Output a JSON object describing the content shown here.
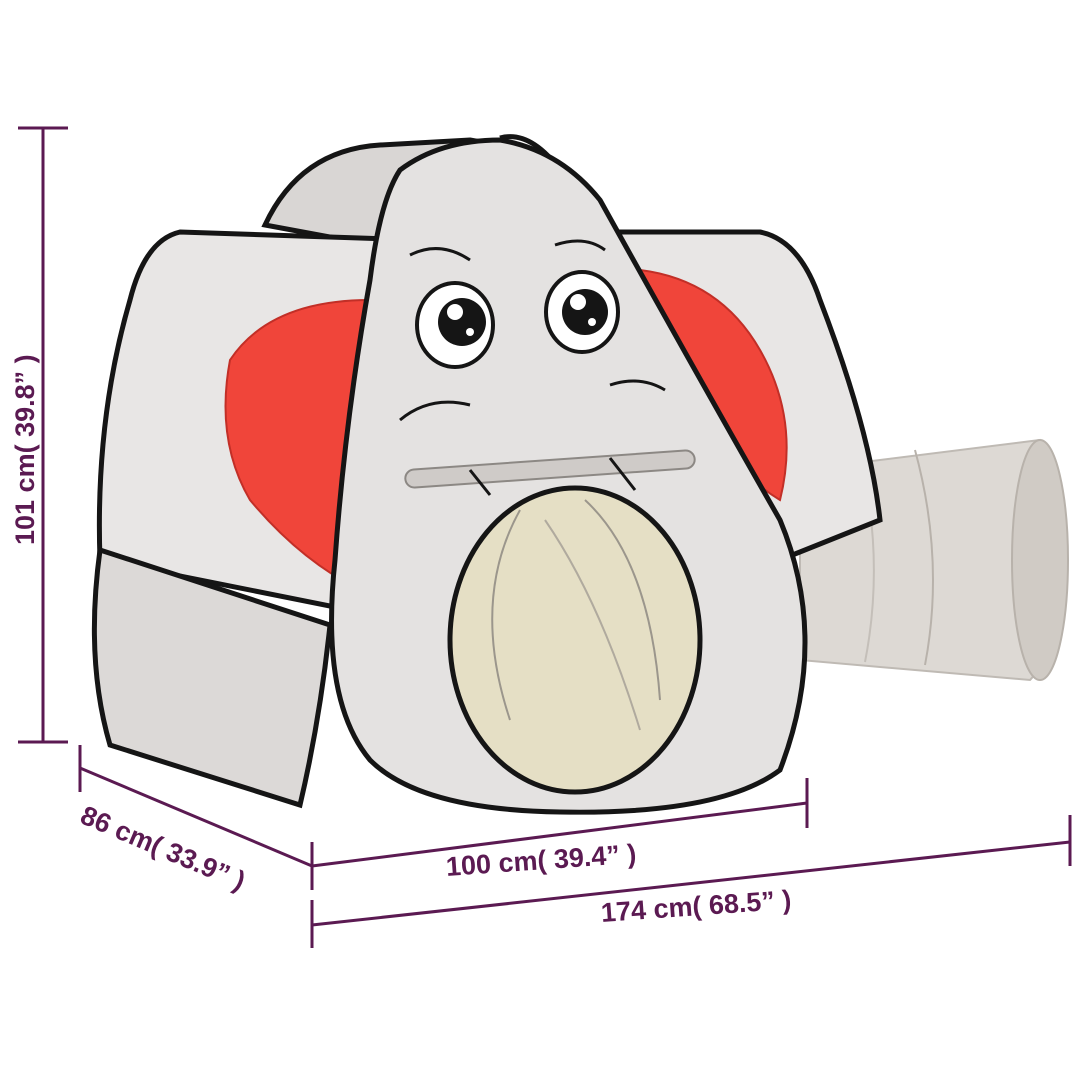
{
  "colors": {
    "dimension": "#5b1a52",
    "tent_body": "#e6e4e3",
    "ear_red": "#f0453a",
    "outline": "#151515",
    "tunnel": "#ddd9d4"
  },
  "dimensions": {
    "height": "101 cm( 39.8” )",
    "depth": "86 cm( 33.9” )",
    "width": "100 cm( 39.4” )",
    "total_length": "174 cm( 68.5” )"
  },
  "image": {
    "subject_icon": "elephant-play-tent-icon"
  }
}
